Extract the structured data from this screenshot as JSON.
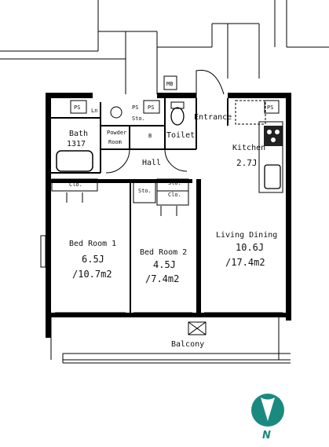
{
  "labels": {
    "mb": "MB",
    "ps_1": "PS",
    "ln": "Ln",
    "ps_2": "PS",
    "ps_3": "PS",
    "ps_4": "PS",
    "entrance": "Entrance",
    "bath": "Bath",
    "bath_size": "1317",
    "powder_room_1": "Powder",
    "powder_room_2": "Room",
    "b_mark": "B",
    "toilet": "Toilet",
    "hall": "Hall",
    "kitchen": "Kitchen",
    "kitchen_size": "2.7J",
    "clo_1": "Clo.",
    "clo_2": "Clo.",
    "sto_1": "Sto.",
    "sto_2": "Sto.",
    "sto_3": "Sto.",
    "bedroom1_name": "Bed Room 1",
    "bedroom1_j": "6.5J",
    "bedroom1_m2": "/10.7m2",
    "bedroom2_name": "Bed Room 2",
    "bedroom2_j": "4.5J",
    "bedroom2_m2": "/7.4m2",
    "living_name": "Living Dining",
    "living_j": "10.6J",
    "living_m2": "/17.4m2",
    "balcony": "Balcony",
    "compass": "N"
  },
  "colors": {
    "wall": "#000000",
    "wall_gray": "#555555",
    "compass_fill": "#1a8a80",
    "compass_letter": "#1a8a80"
  },
  "icons": [
    "compass-icon",
    "bathtub-icon",
    "toilet-icon",
    "sink-icon",
    "stove-icon"
  ]
}
